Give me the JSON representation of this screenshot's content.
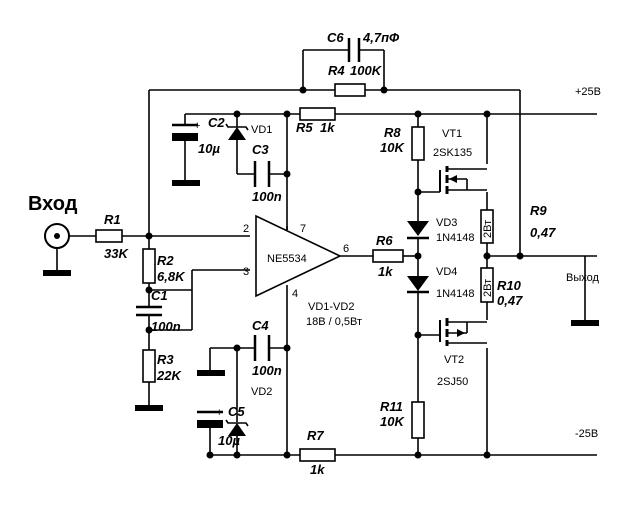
{
  "io": {
    "input_label": "Вход",
    "output_label": "Выход",
    "plus_rail": "+25В",
    "minus_rail": "-25В"
  },
  "opamp": {
    "name": "NE5534",
    "pin2": "2",
    "pin3": "3",
    "pin4": "4",
    "pin6": "6",
    "pin7": "7"
  },
  "r1": {
    "name": "R1",
    "value": "33K"
  },
  "r2": {
    "name": "R2",
    "value": "6,8K"
  },
  "r3": {
    "name": "R3",
    "value": "22K"
  },
  "r4": {
    "name": "R4",
    "value": "100K"
  },
  "r5": {
    "name": "R5",
    "value": "1k"
  },
  "r6": {
    "name": "R6",
    "value": "1k"
  },
  "r7": {
    "name": "R7",
    "value": "1k"
  },
  "r8": {
    "name": "R8",
    "value": "10K"
  },
  "r9": {
    "name": "R9",
    "value": "0,47"
  },
  "r10": {
    "name": "R10",
    "value": "0,47",
    "power": "2Вт"
  },
  "r11": {
    "name": "R11",
    "value": "10K"
  },
  "r9_power": "2Вт",
  "c1": {
    "name": "C1",
    "value": "100n"
  },
  "c2": {
    "name": "C2",
    "value": "10µ"
  },
  "c3": {
    "name": "C3",
    "value": "100n"
  },
  "c4": {
    "name": "C4",
    "value": "100n"
  },
  "c5": {
    "name": "C5",
    "value": "10µ"
  },
  "c6": {
    "name": "C6",
    "value": "4,7пФ"
  },
  "vd1": {
    "name": "VD1"
  },
  "vd2": {
    "name": "VD2"
  },
  "vd3": {
    "name": "VD3",
    "part": "1N4148"
  },
  "vd4": {
    "name": "VD4",
    "part": "1N4148"
  },
  "vd12_note": {
    "title": "VD1-VD2",
    "spec": "18В / 0,5Вт"
  },
  "vt1": {
    "name": "VT1",
    "part": "2SK135"
  },
  "vt2": {
    "name": "VT2",
    "part": "2SJ50"
  },
  "plus_sign": "+"
}
